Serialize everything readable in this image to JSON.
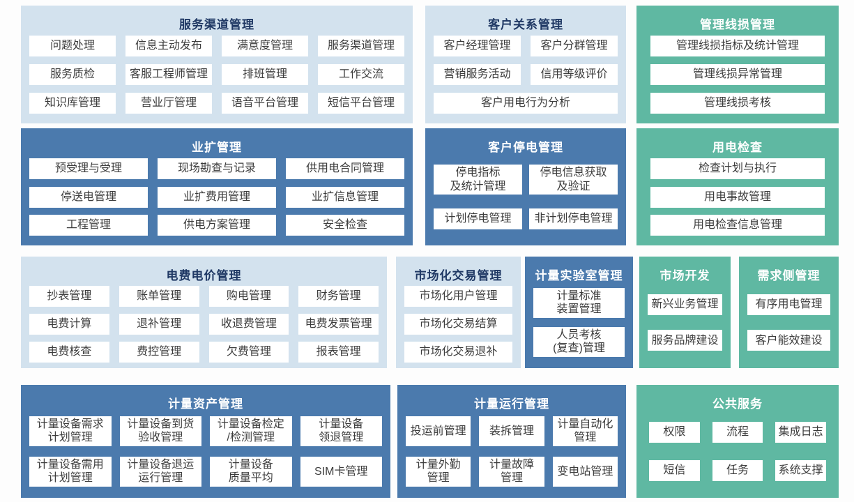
{
  "colors": {
    "panel_light_blue": "#d3e2ee",
    "panel_dark_blue": "#4b7aad",
    "panel_green": "#5fb8a2",
    "title_on_light": "#1f3864",
    "title_on_dark": "#ffffff",
    "chip_background": "#ffffff",
    "chip_text": "#3c3c3c"
  },
  "panels": [
    {
      "id": "p1",
      "variant": "light",
      "title": "服务渠道管理",
      "items": [
        "问题处理",
        "信息主动发布",
        "满意度管理",
        "服务渠道管理",
        "服务质检",
        "客服工程师管理",
        "排班管理",
        "工作交流",
        "知识库管理",
        "营业厅管理",
        "语音平台管理",
        "短信平台管理"
      ]
    },
    {
      "id": "p2",
      "variant": "light",
      "title": "客户关系管理",
      "items": [
        "客户经理管理",
        "客户分群管理",
        "营销服务活动",
        "信用等级评价",
        {
          "label": "客户用电行为分析",
          "span": 2
        }
      ]
    },
    {
      "id": "p3",
      "variant": "green",
      "title": "管理线损管理",
      "items": [
        "管理线损指标及统计管理",
        "管理线损异常管理",
        "管理线损考核"
      ]
    },
    {
      "id": "p4",
      "variant": "dark",
      "title": "业扩管理",
      "items": [
        "预受理与受理",
        "现场勘查与记录",
        "供用电合同管理",
        "停送电管理",
        "业扩费用管理",
        "业扩信息管理",
        "工程管理",
        "供电方案管理",
        "安全检查"
      ]
    },
    {
      "id": "p5",
      "variant": "dark",
      "title": "客户停电管理",
      "items": [
        "停电指标\n及统计管理",
        "停电信息获取\n及验证",
        "计划停电管理",
        "非计划停电管理"
      ]
    },
    {
      "id": "p6",
      "variant": "green",
      "title": "用电检查",
      "items": [
        "检查计划与执行",
        "用电事故管理",
        "用电检查信息管理"
      ]
    },
    {
      "id": "p7",
      "variant": "light",
      "title": "电费电价管理",
      "items": [
        "抄表管理",
        "账单管理",
        "购电管理",
        "财务管理",
        "电费计算",
        "退补管理",
        "收退费管理",
        "电费发票管理",
        "电费核查",
        "费控管理",
        "欠费管理",
        "报表管理"
      ]
    },
    {
      "id": "p8",
      "variant": "light",
      "title": "市场化交易管理",
      "items": [
        "市场化用户管理",
        "市场化交易结算",
        "市场化交易退补"
      ]
    },
    {
      "id": "p9",
      "variant": "dark",
      "title": "计量实验室管理",
      "items": [
        "计量标准\n装置管理",
        "人员考核\n(复查)管理"
      ]
    },
    {
      "id": "p10",
      "variant": "green",
      "title": "市场开发",
      "items": [
        "新兴业务管理",
        "服务品牌建设"
      ]
    },
    {
      "id": "p11",
      "variant": "green",
      "title": "需求侧管理",
      "items": [
        "有序用电管理",
        "客户能效建设"
      ]
    },
    {
      "id": "p12",
      "variant": "dark",
      "title": "计量资产管理",
      "items": [
        "计量设备需求\n计划管理",
        "计量设备到货\n验收管理",
        "计量设备检定\n/检测管理",
        "计量设备\n领退管理",
        "计量设备需用\n计划管理",
        "计量设备退运\n运行管理",
        "计量设备\n质量平均",
        "SIM卡管理"
      ]
    },
    {
      "id": "p13",
      "variant": "dark",
      "title": "计量运行管理",
      "items": [
        "投运前管理",
        "装拆管理",
        "计量自动化\n管理",
        "计量外勤\n管理",
        "计量故障\n管理",
        "变电站管理"
      ]
    },
    {
      "id": "p14",
      "variant": "green",
      "title": "公共服务",
      "items": [
        "权限",
        "流程",
        "集成日志",
        "短信",
        "任务",
        "系统支撑"
      ]
    }
  ]
}
